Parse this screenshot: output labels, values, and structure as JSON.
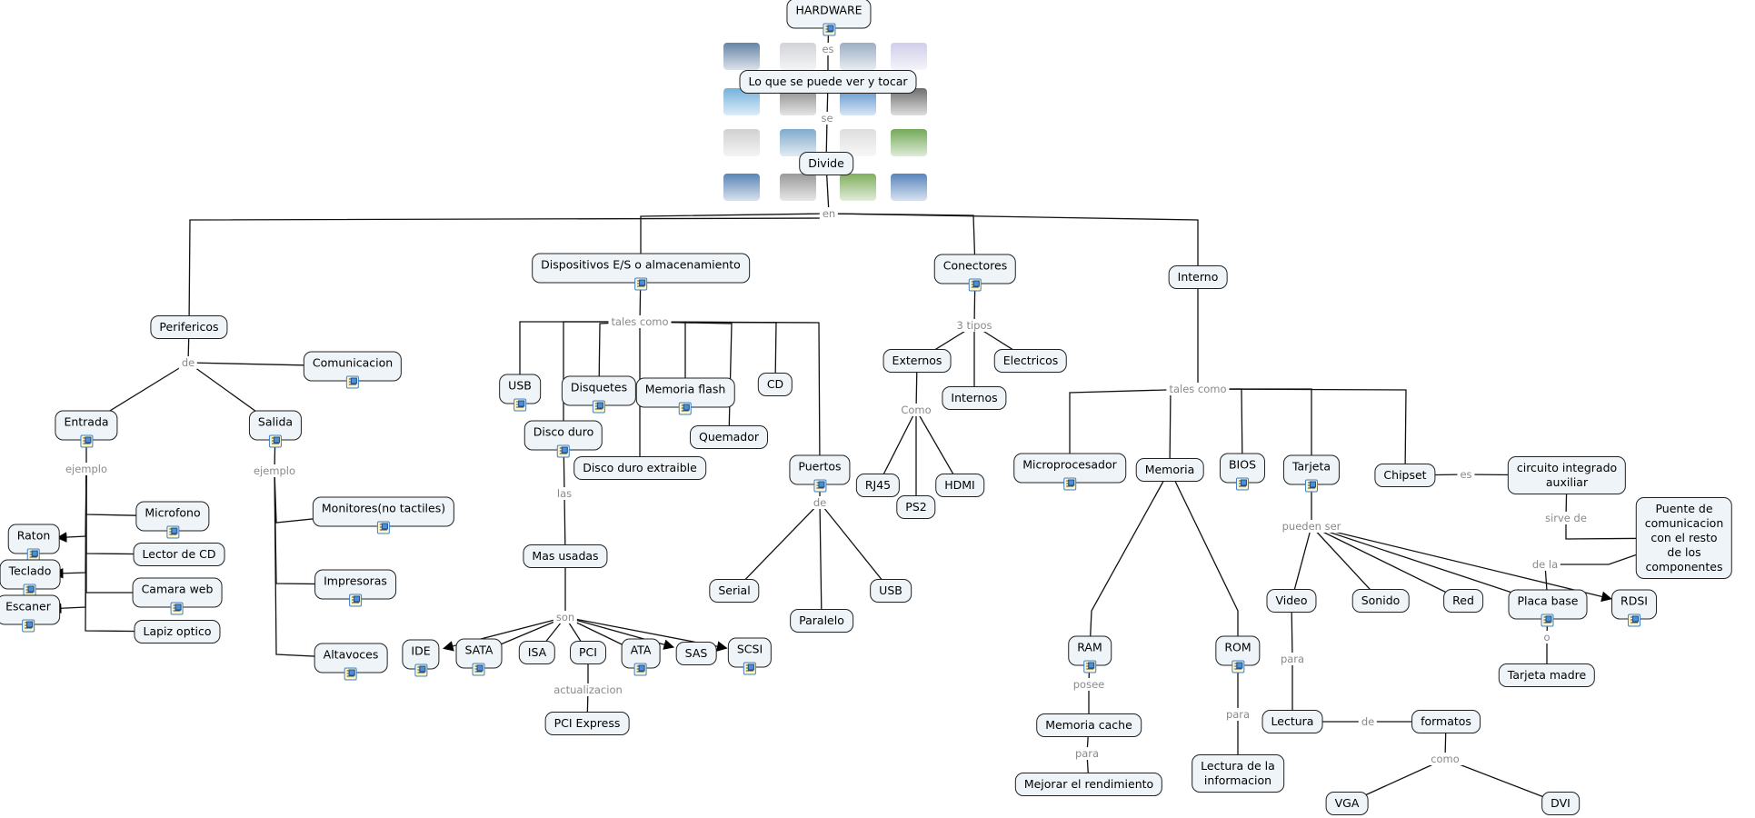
{
  "map": {
    "title": "HARDWARE",
    "colors": {
      "node_fill": "#eef4f7",
      "node_border": "#222222",
      "link_text": "#8a8a8a",
      "resource_icon_border": "#3d7fd0"
    },
    "images": [
      "monitor",
      "desktop-computer",
      "laptop",
      "cd-disc",
      "printer",
      "webcam",
      "usb-drive",
      "mouse",
      "hard-disk",
      "wifi-router",
      "keyboard",
      "ram-module",
      "network-card",
      "chip",
      "cpu",
      "motherboard"
    ],
    "concepts": [
      {
        "id": "hardware",
        "label": "HARDWARE",
        "res": true
      },
      {
        "id": "ver_tocar",
        "label": "Lo que se puede ver y tocar",
        "res": false
      },
      {
        "id": "divide",
        "label": "Divide",
        "res": false
      },
      {
        "id": "perifericos",
        "label": "Perifericos",
        "res": false
      },
      {
        "id": "comunicacion",
        "label": "Comunicacion",
        "res": true
      },
      {
        "id": "entrada",
        "label": "Entrada",
        "res": true
      },
      {
        "id": "salida",
        "label": "Salida",
        "res": true
      },
      {
        "id": "microfono",
        "label": "Microfono",
        "res": true
      },
      {
        "id": "raton",
        "label": "Raton",
        "res": true
      },
      {
        "id": "lector_cd",
        "label": "Lector de CD",
        "res": false
      },
      {
        "id": "teclado",
        "label": "Teclado",
        "res": true
      },
      {
        "id": "camara",
        "label": "Camara web",
        "res": true
      },
      {
        "id": "escaner",
        "label": "Escaner",
        "res": true
      },
      {
        "id": "lapiz",
        "label": "Lapiz optico",
        "res": false
      },
      {
        "id": "monitores",
        "label": "Monitores(no tactiles)",
        "res": true
      },
      {
        "id": "impresoras",
        "label": "Impresoras",
        "res": true
      },
      {
        "id": "altavoces",
        "label": "Altavoces",
        "res": true
      },
      {
        "id": "dispositivos",
        "label": "Dispositivos E/S o almacenamiento",
        "res": true
      },
      {
        "id": "usb1",
        "label": "USB",
        "res": true
      },
      {
        "id": "disquetes",
        "label": "Disquetes",
        "res": true
      },
      {
        "id": "memflash",
        "label": "Memoria flash",
        "res": true
      },
      {
        "id": "cd",
        "label": "CD",
        "res": false
      },
      {
        "id": "discoduro",
        "label": "Disco duro",
        "res": true
      },
      {
        "id": "quemador",
        "label": "Quemador",
        "res": false
      },
      {
        "id": "discoext",
        "label": "Disco duro extraible",
        "res": false
      },
      {
        "id": "puertos",
        "label": "Puertos",
        "res": true
      },
      {
        "id": "masusadas",
        "label": "Mas usadas",
        "res": false
      },
      {
        "id": "ide",
        "label": "IDE",
        "res": true
      },
      {
        "id": "sata",
        "label": "SATA",
        "res": true
      },
      {
        "id": "isa",
        "label": "ISA",
        "res": false
      },
      {
        "id": "pci",
        "label": "PCI",
        "res": false
      },
      {
        "id": "ata",
        "label": "ATA",
        "res": true
      },
      {
        "id": "sas",
        "label": "SAS",
        "res": false
      },
      {
        "id": "scsi",
        "label": "SCSI",
        "res": true
      },
      {
        "id": "pciexpress",
        "label": "PCI Express",
        "res": false
      },
      {
        "id": "serial",
        "label": "Serial",
        "res": false
      },
      {
        "id": "paralelo",
        "label": "Paralelo",
        "res": false
      },
      {
        "id": "usb2",
        "label": "USB",
        "res": false
      },
      {
        "id": "conectores",
        "label": "Conectores",
        "res": true
      },
      {
        "id": "externos",
        "label": "Externos",
        "res": false
      },
      {
        "id": "internos",
        "label": "Internos",
        "res": false
      },
      {
        "id": "electricos",
        "label": "Electricos",
        "res": false
      },
      {
        "id": "rj45",
        "label": "RJ45",
        "res": false
      },
      {
        "id": "ps2",
        "label": "PS2",
        "res": false
      },
      {
        "id": "hdmi",
        "label": "HDMI",
        "res": false
      },
      {
        "id": "interno",
        "label": "Interno",
        "res": false
      },
      {
        "id": "micro",
        "label": "Microprocesador",
        "res": true
      },
      {
        "id": "memoria",
        "label": "Memoria",
        "res": false
      },
      {
        "id": "bios",
        "label": "BIOS",
        "res": true
      },
      {
        "id": "tarjeta",
        "label": "Tarjeta",
        "res": true
      },
      {
        "id": "chipset",
        "label": "Chipset",
        "res": false
      },
      {
        "id": "circuito",
        "label": "circuito integrado\nauxiliar",
        "res": false
      },
      {
        "id": "puente",
        "label": "Puente de comunicacion\ncon el resto\nde los componentes",
        "res": false
      },
      {
        "id": "ram",
        "label": "RAM",
        "res": true
      },
      {
        "id": "rom",
        "label": "ROM",
        "res": true
      },
      {
        "id": "cache",
        "label": "Memoria cache",
        "res": false
      },
      {
        "id": "mejorar",
        "label": "Mejorar el rendimiento",
        "res": false
      },
      {
        "id": "lecturainfo",
        "label": "Lectura de la\ninformacion",
        "res": false
      },
      {
        "id": "video",
        "label": "Video",
        "res": false
      },
      {
        "id": "sonido",
        "label": "Sonido",
        "res": false
      },
      {
        "id": "red",
        "label": "Red",
        "res": false
      },
      {
        "id": "placabase",
        "label": "Placa base",
        "res": true
      },
      {
        "id": "rdsi",
        "label": "RDSI",
        "res": true
      },
      {
        "id": "tarjetamadre",
        "label": "Tarjeta madre",
        "res": false
      },
      {
        "id": "lectura",
        "label": "Lectura",
        "res": false
      },
      {
        "id": "formatos",
        "label": "formatos",
        "res": false
      },
      {
        "id": "vga",
        "label": "VGA",
        "res": false
      },
      {
        "id": "dvi",
        "label": "DVI",
        "res": false
      }
    ],
    "linking_phrases": [
      {
        "id": "l_es",
        "label": "es"
      },
      {
        "id": "l_se",
        "label": "se"
      },
      {
        "id": "l_en",
        "label": "en"
      },
      {
        "id": "l_de1",
        "label": "de"
      },
      {
        "id": "l_ej1",
        "label": "ejemplo"
      },
      {
        "id": "l_ej2",
        "label": "ejemplo"
      },
      {
        "id": "l_tales1",
        "label": "tales como"
      },
      {
        "id": "l_las",
        "label": "las"
      },
      {
        "id": "l_son",
        "label": "son"
      },
      {
        "id": "l_act",
        "label": "actualizacion"
      },
      {
        "id": "l_de2",
        "label": "de"
      },
      {
        "id": "l_3tipos",
        "label": "3 tipos"
      },
      {
        "id": "l_como1",
        "label": "Como"
      },
      {
        "id": "l_tales2",
        "label": "tales como"
      },
      {
        "id": "l_es2",
        "label": "es"
      },
      {
        "id": "l_sirve",
        "label": "sirve de"
      },
      {
        "id": "l_dela",
        "label": "de la"
      },
      {
        "id": "l_posee",
        "label": "posee"
      },
      {
        "id": "l_para1",
        "label": "para"
      },
      {
        "id": "l_para2",
        "label": "para"
      },
      {
        "id": "l_pueden",
        "label": "pueden ser"
      },
      {
        "id": "l_para3",
        "label": "para"
      },
      {
        "id": "l_o",
        "label": "o"
      },
      {
        "id": "l_de3",
        "label": "de"
      },
      {
        "id": "l_como2",
        "label": "como"
      }
    ]
  }
}
